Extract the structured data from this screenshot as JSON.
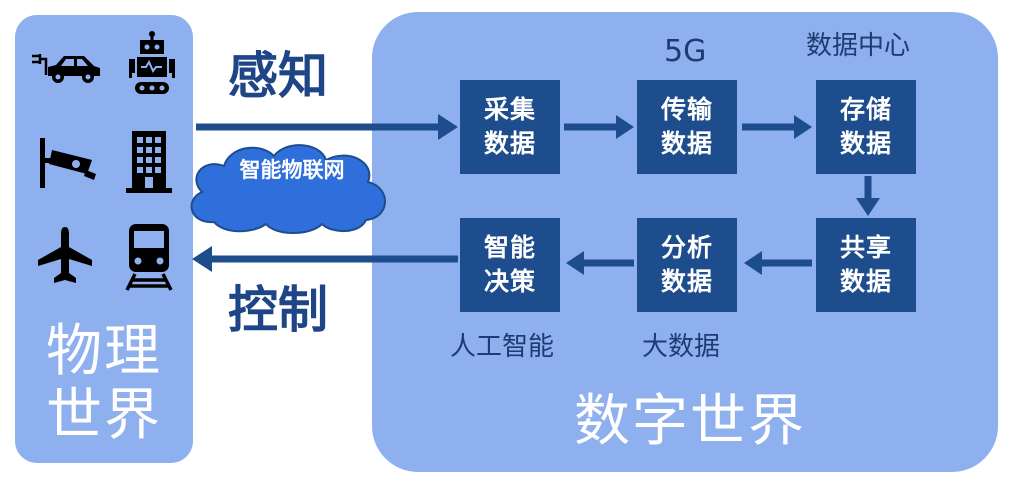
{
  "physical_world": {
    "label": "物理世界",
    "icons": [
      "ev-car-icon",
      "robot-icon",
      "cctv-camera-icon",
      "building-icon",
      "airplane-icon",
      "train-icon"
    ]
  },
  "links": {
    "sense": "感知",
    "control": "控制",
    "network": "智能物联网"
  },
  "digital_world": {
    "label": "数字世界",
    "steps": {
      "collect": "采集数据",
      "transmit": "传输数据",
      "store": "存储数据",
      "share": "共享数据",
      "analyze": "分析数据",
      "decide": "智能决策"
    },
    "tags": {
      "transmit": "5G",
      "store": "数据中心",
      "analyze": "大数据",
      "decide": "人工智能"
    }
  },
  "colors": {
    "panel": "#8fb0ee",
    "box": "#1e4d8d",
    "arrow": "#1e4d8d",
    "cloud": "#2f6fdb"
  }
}
